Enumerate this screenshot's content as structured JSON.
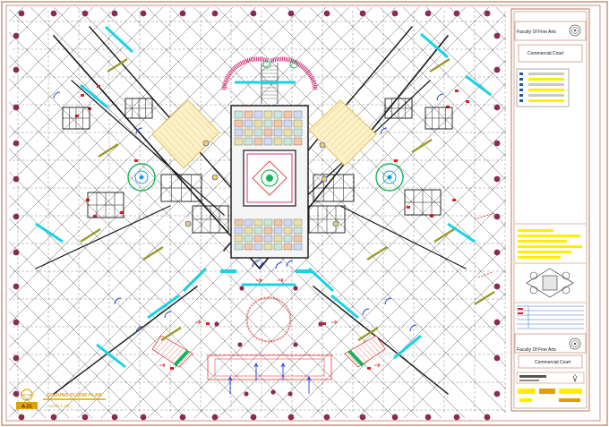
{
  "title_block": {
    "faculty_top": "Faculty Of Fine Arts",
    "project_top": "Commercial Court",
    "faculty_bottom": "Faculty Of Fine Arts",
    "project_bottom": "Commercial Court"
  },
  "drawing": {
    "title": "GROUND FLOOR PLAN",
    "scale": "Scale 1:100",
    "sheet_no": "A-01"
  },
  "colors": {
    "frame": "#b9775a",
    "line": "#151515",
    "grid_bubble": "#8a2b55",
    "glazing": "#19d2e6",
    "stair_magenta": "#d11d6e",
    "hatch_yellow": "#e0c25a",
    "accent_yellow": "#ffee00",
    "tree_green": "#16b45a",
    "door_blue": "#1f3cd6",
    "furniture_red": "#e02020"
  },
  "icons": {
    "logo": "faculty-seal-icon",
    "north": "north-arrow-icon"
  }
}
